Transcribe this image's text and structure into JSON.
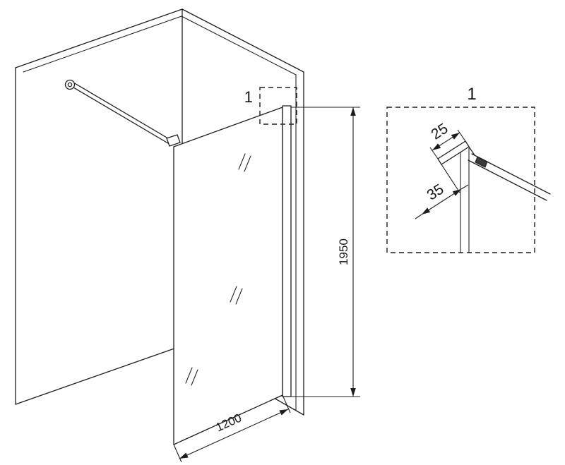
{
  "colors": {
    "background": "#ffffff",
    "line": "#1c1c1c"
  },
  "main_drawing": {
    "description": "Isometric drawing of walk-in shower glass screen fixed to wall with support bar",
    "callout_label": "1",
    "dimensions": {
      "height_label": "1950",
      "width_label": "1200"
    }
  },
  "detail_view": {
    "title": "1",
    "description": "Detail of wall profile and glass clamping",
    "dimensions": {
      "width_label": "25",
      "depth_label": "35"
    }
  }
}
